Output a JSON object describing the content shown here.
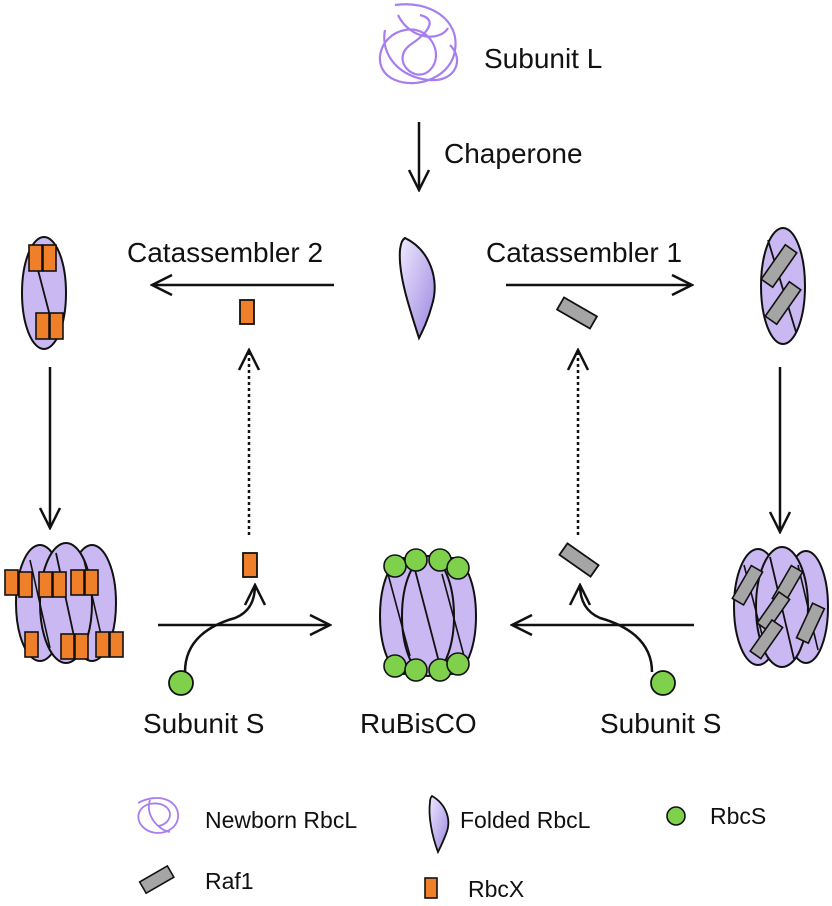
{
  "labels": {
    "subunit_l": "Subunit L",
    "chaperone": "Chaperone",
    "catassembler_2": "Catassembler 2",
    "catassembler_1": "Catassembler 1",
    "subunit_s_left": "Subunit S",
    "rubisco": "RuBisCO",
    "subunit_s_right": "Subunit S"
  },
  "legend": {
    "newborn": "Newborn RbcL",
    "folded": "Folded  RbcL",
    "rbcs": "RbcS",
    "raf1": "Raf1",
    "rbcx": "RbcX"
  },
  "colors": {
    "protein_fill": "#c9b8f2",
    "protein_dark": "#9b86e0",
    "newborn_line": "#a77ef0",
    "rbcx": "#f07f2a",
    "raf1": "#a5a5a5",
    "rbcs": "#7fd14b",
    "outline": "#111111"
  }
}
